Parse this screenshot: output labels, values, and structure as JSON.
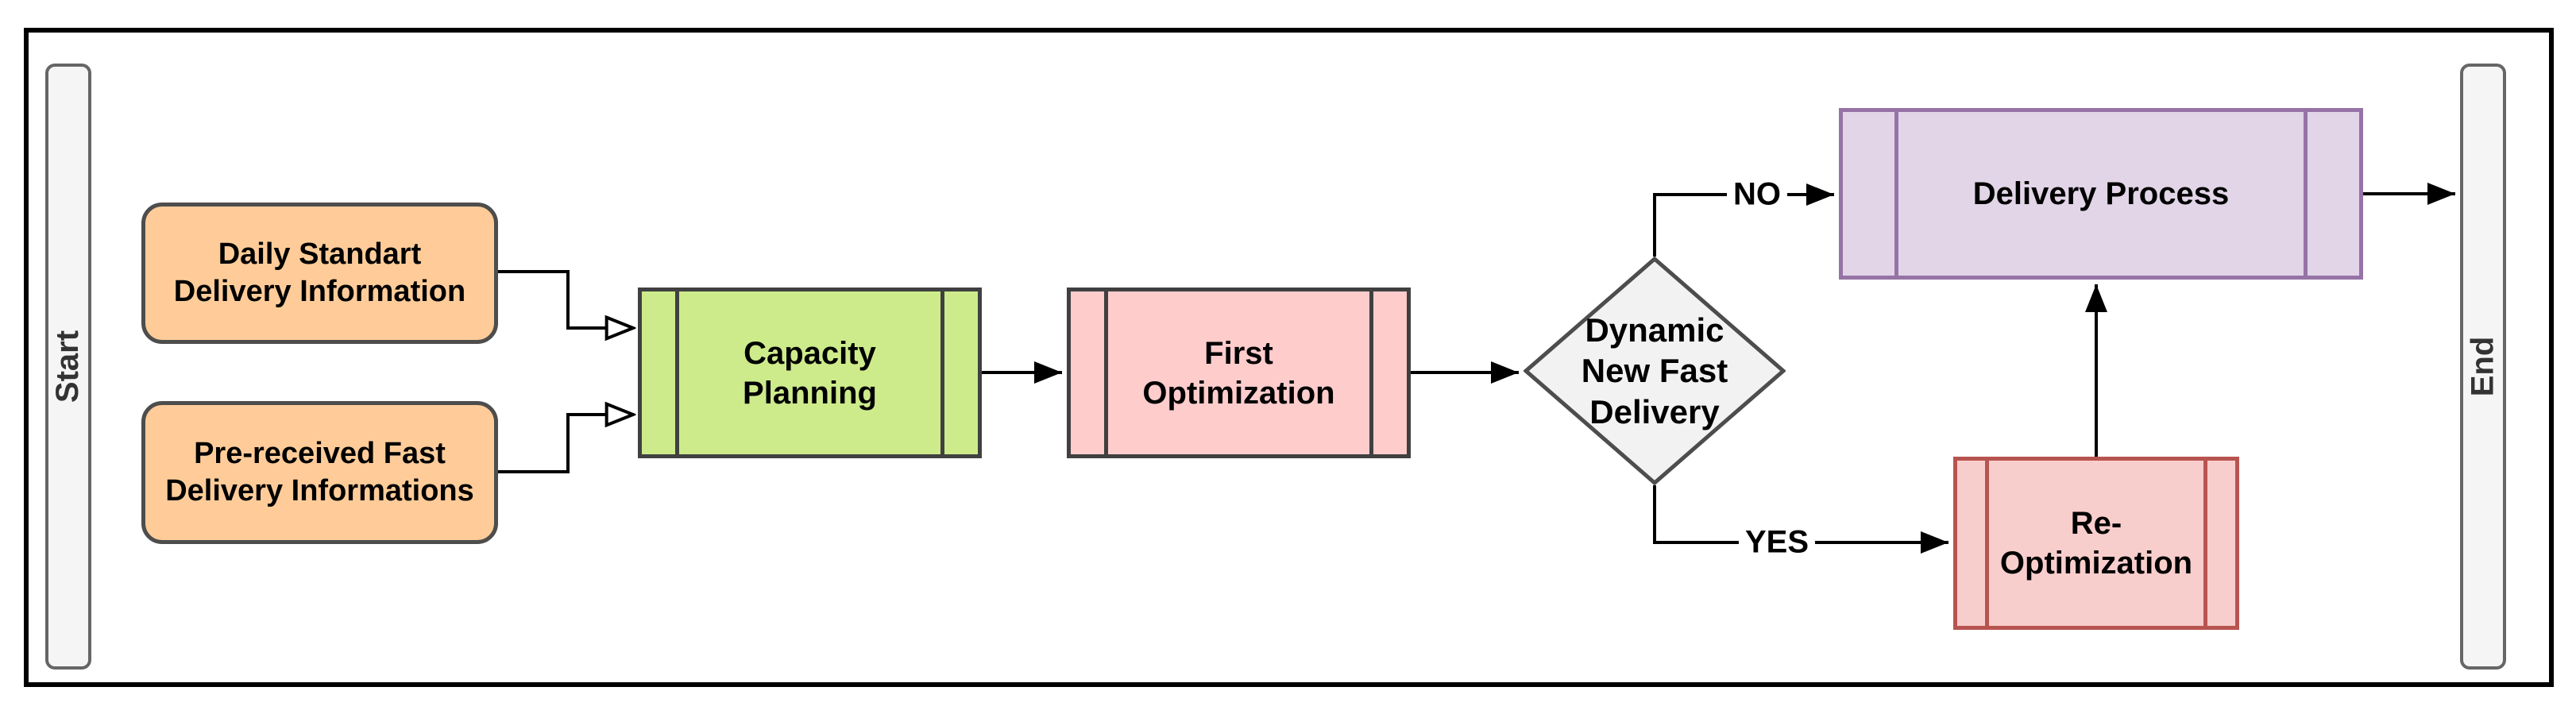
{
  "flowchart": {
    "lanes": {
      "start": {
        "label": "Start"
      },
      "end": {
        "label": "End"
      }
    },
    "nodes": {
      "daily_standard": {
        "label": "Daily Standart\nDelivery Information",
        "shape": "rounded-rectangle",
        "fill": "#ffcc99",
        "border": "#4d4d4d"
      },
      "pre_received": {
        "label": "Pre-received Fast\nDelivery Informations",
        "shape": "rounded-rectangle",
        "fill": "#ffcc99",
        "border": "#4d4d4d"
      },
      "capacity_planning": {
        "label": "Capacity\nPlanning",
        "shape": "predefined-process",
        "fill": "#cdeb8b",
        "border": "#404040"
      },
      "first_optimization": {
        "label": "First\nOptimization",
        "shape": "predefined-process",
        "fill": "#ffcccc",
        "border": "#404040"
      },
      "dynamic_new_fast_delivery": {
        "label": "Dynamic\nNew Fast\nDelivery",
        "shape": "decision-diamond",
        "fill": "#f2f2f2",
        "border": "#4d4d4d"
      },
      "delivery_process": {
        "label": "Delivery Process",
        "shape": "predefined-process",
        "fill": "#e1d5e7",
        "border": "#9673a6"
      },
      "re_optimization": {
        "label": "Re-\nOptimization",
        "shape": "predefined-process",
        "fill": "#f8cecc",
        "border": "#b85450"
      }
    },
    "edge_labels": {
      "no": "NO",
      "yes": "YES"
    },
    "colors": {
      "edge_stroke": "#000000",
      "lane_fill": "#f5f5f5",
      "lane_border": "#666666",
      "outer_border": "#000000",
      "background": "#ffffff"
    }
  }
}
